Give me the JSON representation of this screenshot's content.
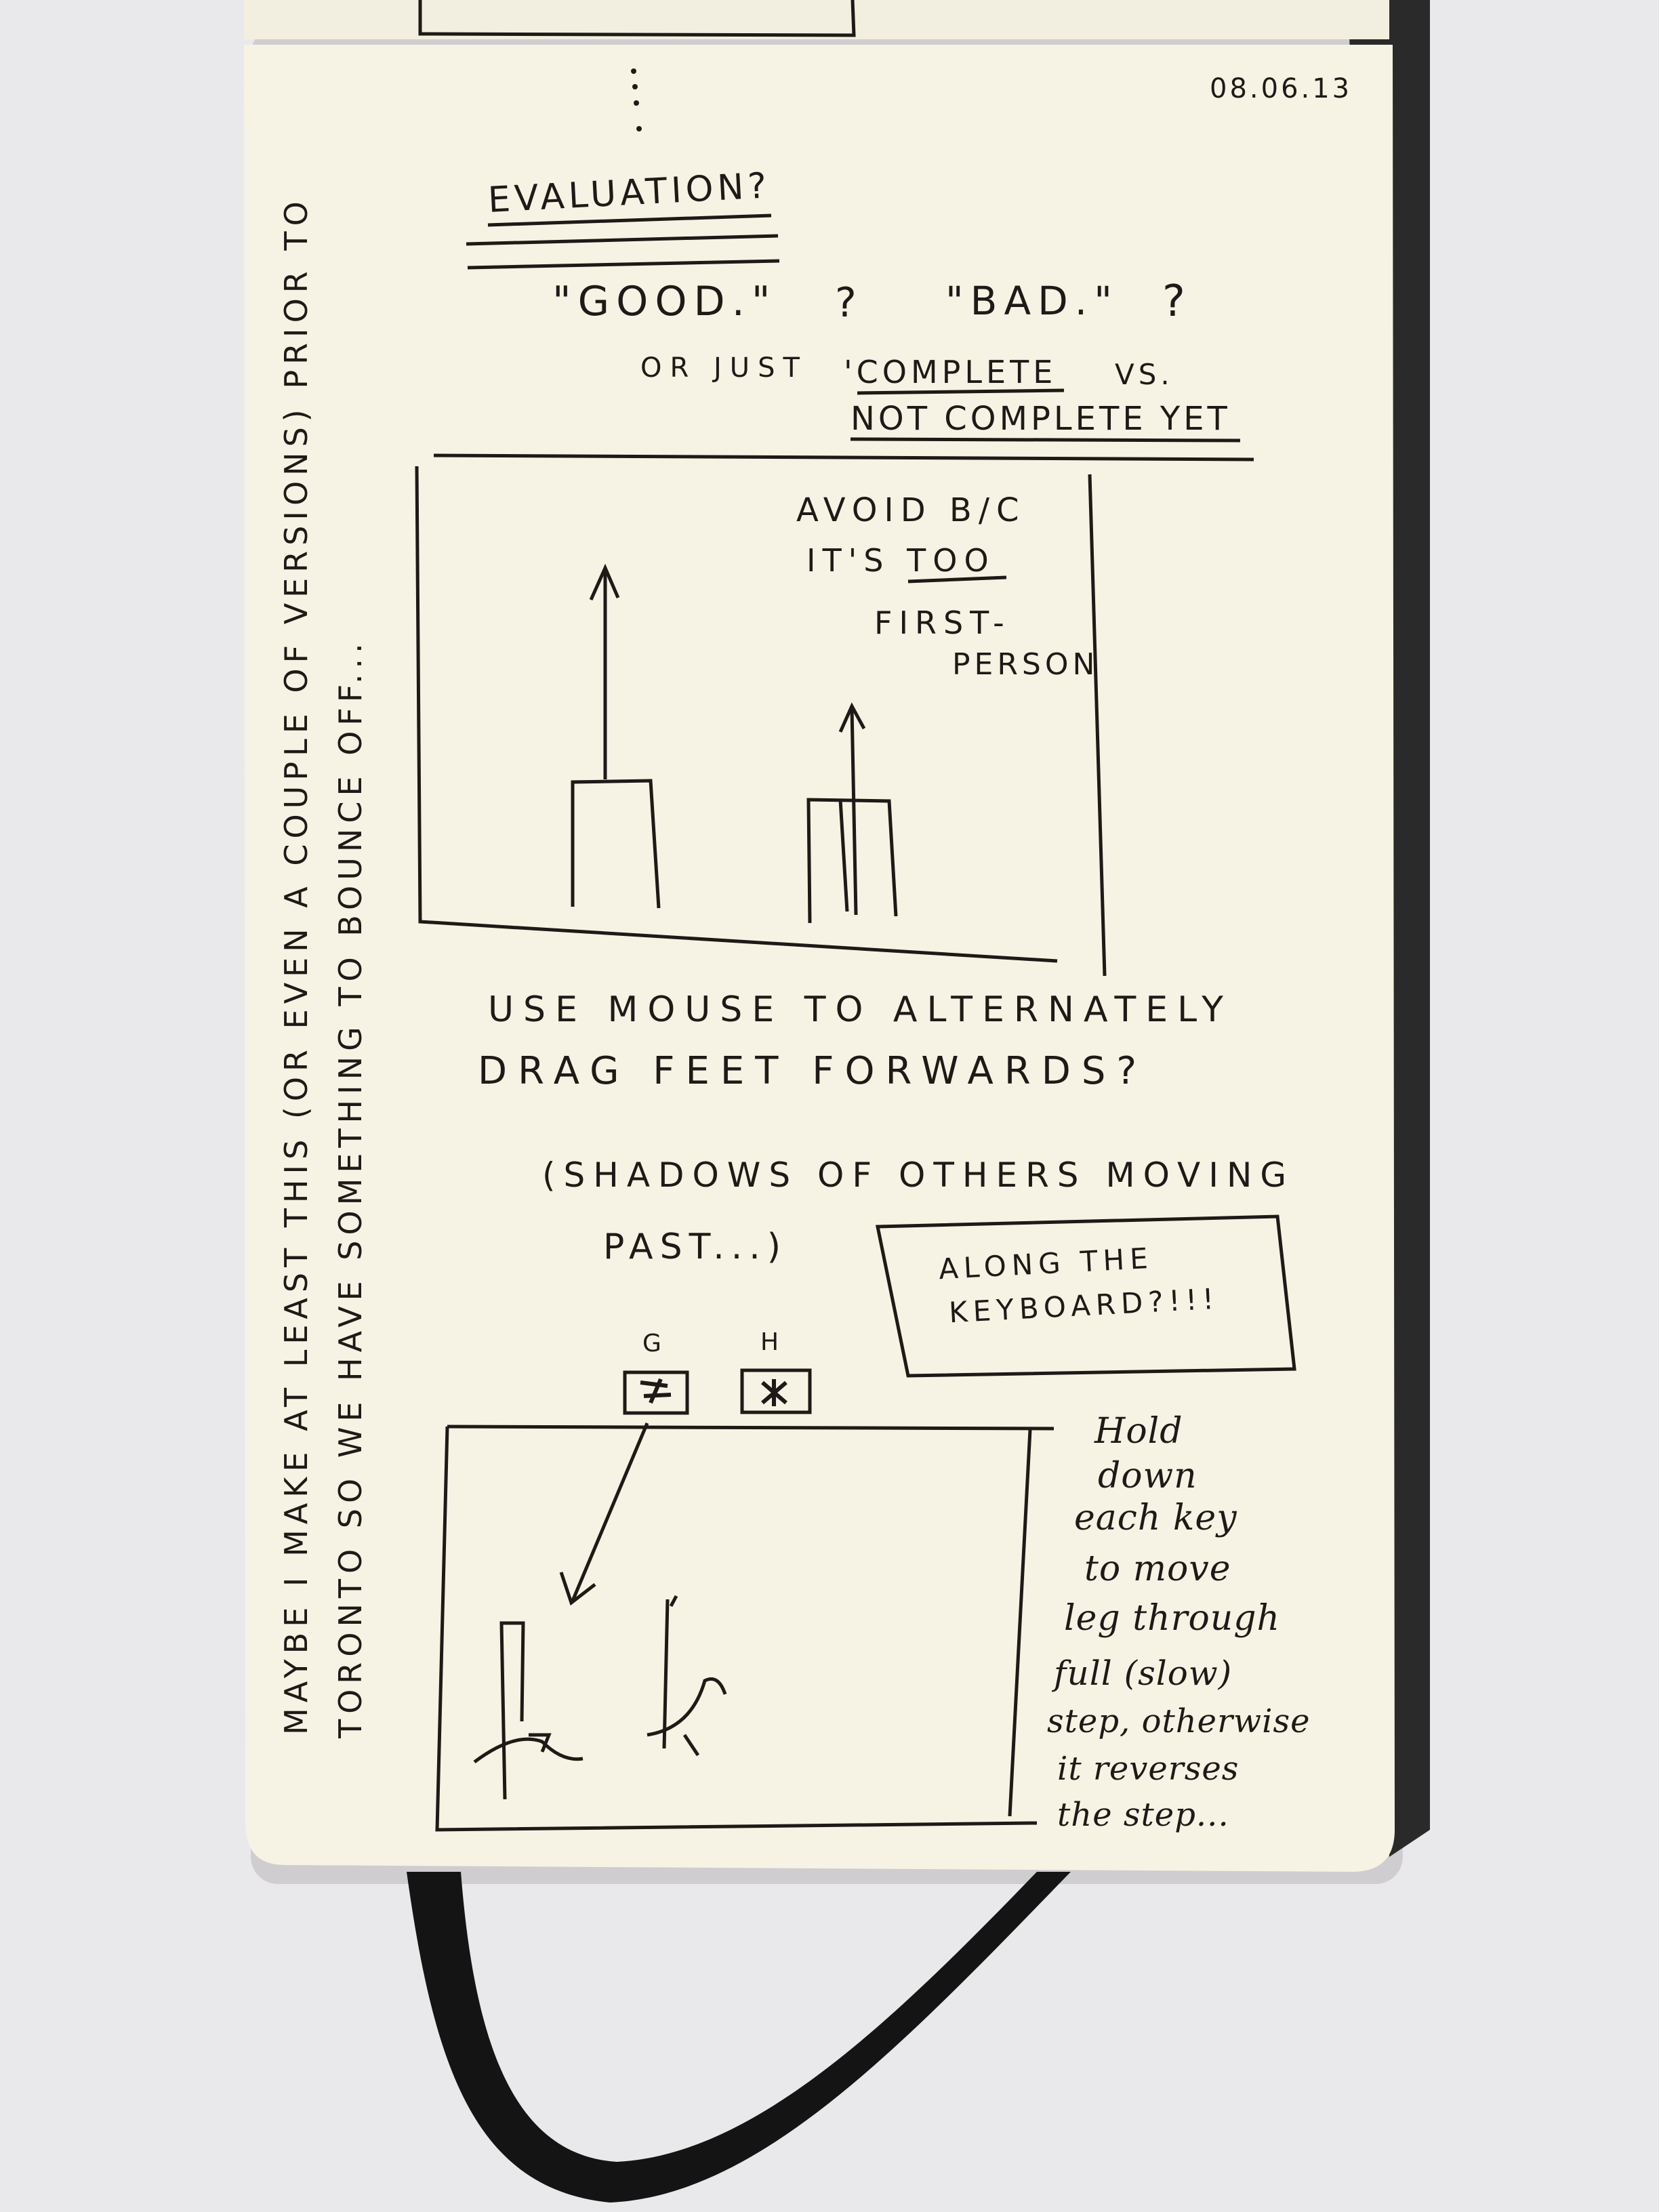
{
  "date": "08.06.13",
  "heading": "EVALUATION?",
  "line_good_bad": {
    "good": "\"GOOD.\"",
    "q1": "?",
    "bad": "\"BAD.\"",
    "q2": "?"
  },
  "line_or": {
    "prefix": "OR JUST",
    "complete": "'COMPLETE",
    "vs": "VS."
  },
  "not_complete": "NOT COMPLETE YET",
  "panel1_note": [
    "AVOID B/C",
    "IT'S TOO",
    "FIRST-",
    "PERSON"
  ],
  "mouse_note": [
    "USE MOUSE TO ALTERNATELY",
    "DRAG FEET FORWARDS?"
  ],
  "shadows_note": [
    "(SHADOWS OF OTHERS MOVING",
    "PAST...)"
  ],
  "keyboard_box": [
    "ALONG THE",
    "KEYBOARD?!!!"
  ],
  "keys": [
    "G",
    "H"
  ],
  "hold_note": [
    "Hold",
    "down",
    "each key",
    "to move",
    "leg through",
    "full (slow)",
    "step, otherwise",
    "it reverses",
    "the step..."
  ],
  "margin_note": [
    "MAYBE I MAKE AT LEAST THIS (OR EVEN A COUPLE OF VERSIONS) PRIOR TO",
    "TORONTO SO WE HAVE SOMETHING TO BOUNCE OFF..."
  ],
  "colors": {
    "paper": "#f6f3e4",
    "ink": "#1d1a17",
    "background": "#e9e9ec",
    "band": "#141414"
  }
}
